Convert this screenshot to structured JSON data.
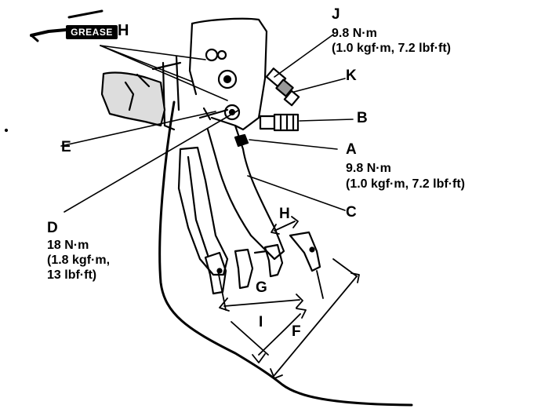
{
  "callouts": {
    "grease": "GREASE",
    "a": {
      "letter": "A",
      "torque": "9.8 N·m",
      "torque_alt": "(1.0 kgf·m, 7.2 lbf·ft)"
    },
    "b": {
      "letter": "B"
    },
    "c": {
      "letter": "C"
    },
    "d": {
      "letter": "D",
      "torque": "18 N·m",
      "torque_alt_1": "(1.8 kgf·m,",
      "torque_alt_2": "13 lbf·ft)"
    },
    "e": {
      "letter": "E"
    },
    "f": {
      "letter": "F"
    },
    "g": {
      "letter": "G"
    },
    "h": {
      "letter": "H"
    },
    "i": {
      "letter": "I"
    },
    "j": {
      "letter": "J",
      "torque": "9.8 N·m",
      "torque_alt": "(1.0 kgf·m, 7.2 lbf·ft)"
    },
    "k": {
      "letter": "K"
    }
  }
}
